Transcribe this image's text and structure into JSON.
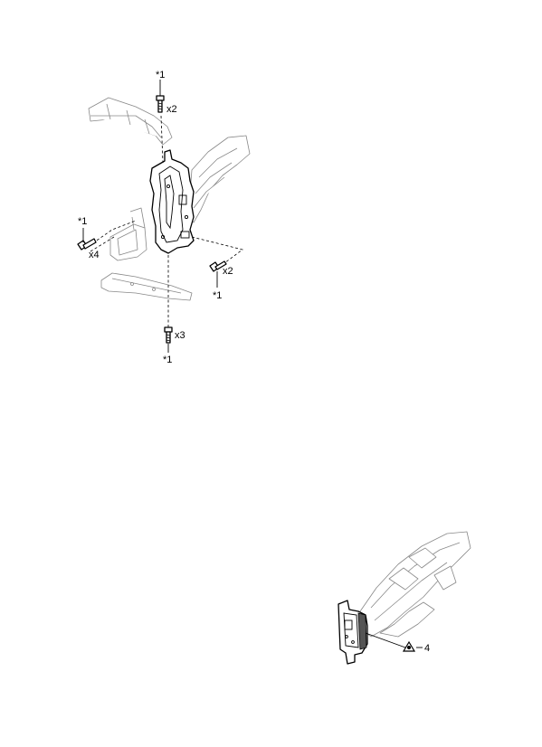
{
  "callouts": {
    "top": {
      "ref": "*1",
      "qty": "x2"
    },
    "left": {
      "ref": "*1",
      "qty": "x4"
    },
    "right": {
      "ref": "*1",
      "qty": "x2"
    },
    "bottom": {
      "ref": "*1",
      "qty": "x3"
    }
  },
  "sealer_callout": {
    "number": "4"
  }
}
